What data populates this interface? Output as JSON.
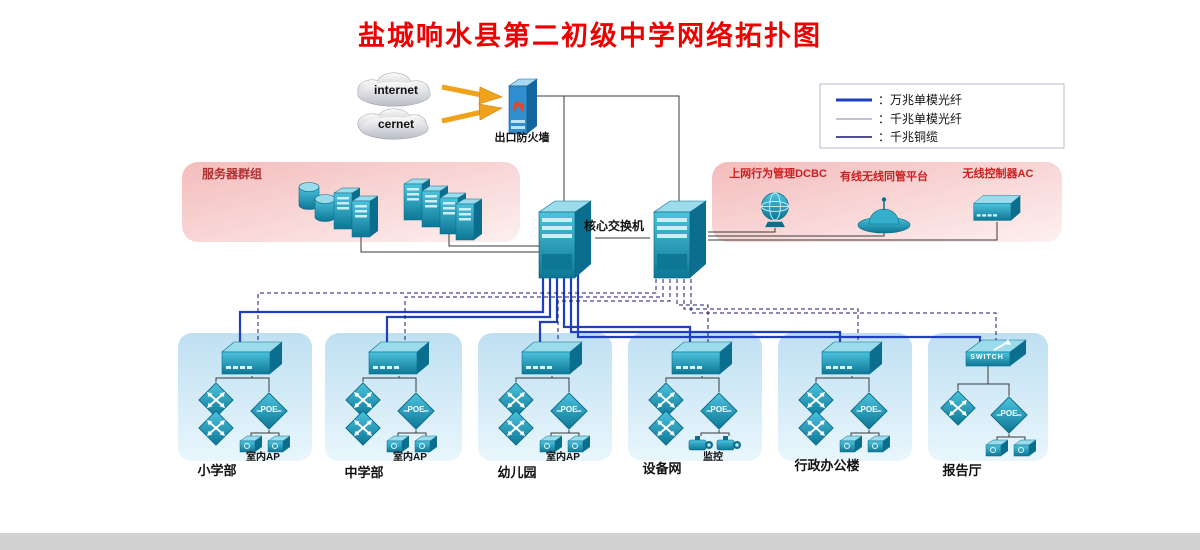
{
  "title": "盐城响水县第二初级中学网络拓扑图",
  "clouds": {
    "internet": "internet",
    "cernet": "cernet"
  },
  "firewall": {
    "label": "出口防火墙"
  },
  "legend": {
    "items": [
      {
        "label": "：万兆单模光纤",
        "line": "thick-blue"
      },
      {
        "label": "：千兆单模光纤",
        "line": "thin-gray"
      },
      {
        "label": "：千兆铜缆",
        "line": "thin-navy"
      }
    ]
  },
  "server_group": {
    "label": "服务器群组"
  },
  "core": {
    "label": "核心交换机"
  },
  "management": {
    "items": [
      {
        "label": "上网行为管理DCBC"
      },
      {
        "label": "有线无线同管平台"
      },
      {
        "label": "无线控制器AC"
      }
    ]
  },
  "buildings": {
    "items": [
      {
        "label": "小学部",
        "sub": "室内AP",
        "poe": "POE"
      },
      {
        "label": "中学部",
        "sub": "室内AP",
        "poe": "POE"
      },
      {
        "label": "幼儿园",
        "sub": "室内AP",
        "poe": "POE"
      },
      {
        "label": "设备网",
        "sub": "监控",
        "poe": "POE"
      },
      {
        "label": "行政办公楼",
        "sub": "",
        "poe": "POE"
      },
      {
        "label": "报告厅",
        "sub": "",
        "poe": "POE",
        "device": "SWITCH"
      }
    ]
  },
  "colors": {
    "fiber_10g": "#1f3fbf",
    "fiber_1g": "#8a8aa8",
    "copper_1g": "#17176e",
    "device_teal": "#1796b4",
    "title_red": "#ee0000",
    "zone_pink": "#f4bcbc",
    "zone_blue": "#bfe0f2"
  }
}
